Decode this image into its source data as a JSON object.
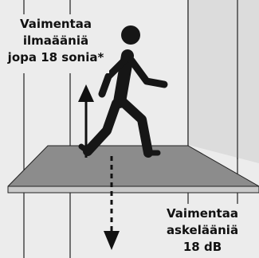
{
  "airborne_label": {
    "line1": "Vaimentaa",
    "line2": "ilmaääniä",
    "line3": "jopa 18 sonia*"
  },
  "impact_label": {
    "line1": "Vaimentaa",
    "line2": "askelääniä",
    "line3": "18 dB"
  },
  "colors": {
    "background": "#ececec",
    "floor_top": "#8c8c8c",
    "floor_edge": "#c9c9c9",
    "figure": "#161616"
  },
  "icons": [
    "walking-person-icon",
    "arrow-up-icon",
    "arrow-down-icon"
  ]
}
